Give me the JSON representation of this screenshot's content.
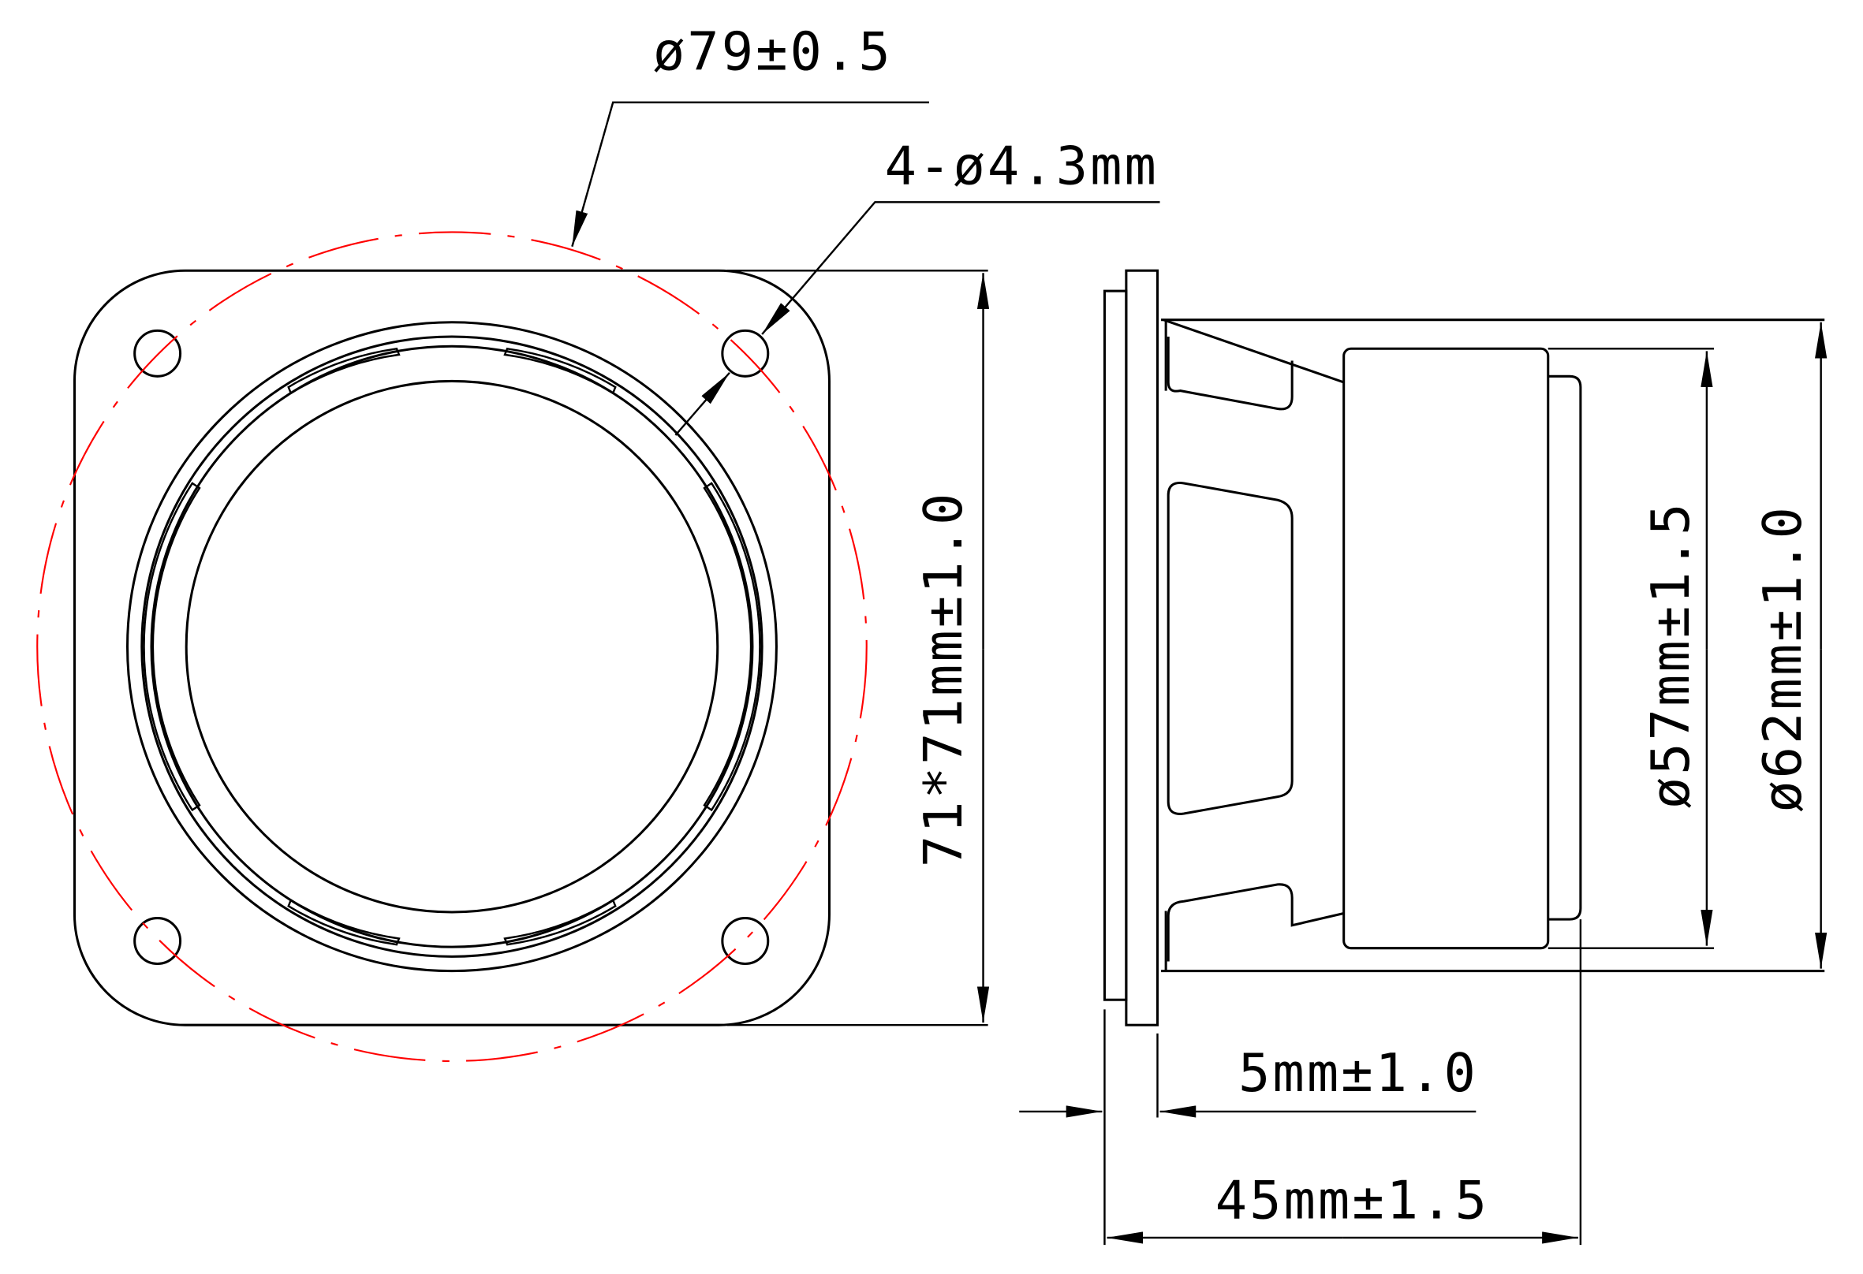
{
  "drawing": {
    "front_view": {
      "outer_diameter_label": "ø79±0.5",
      "mounting_holes_label": "4-ø4.3mm",
      "frame_size_label": "71*71mm±1.0"
    },
    "side_view": {
      "magnet_diameter_label": "ø57mm±1.5",
      "basket_diameter_label": "ø62mm±1.0",
      "flange_thickness_label": "5mm±1.0",
      "total_depth_label": "45mm±1.5"
    },
    "colors": {
      "line": "#000000",
      "pitch_circle": "#ff0000"
    }
  }
}
